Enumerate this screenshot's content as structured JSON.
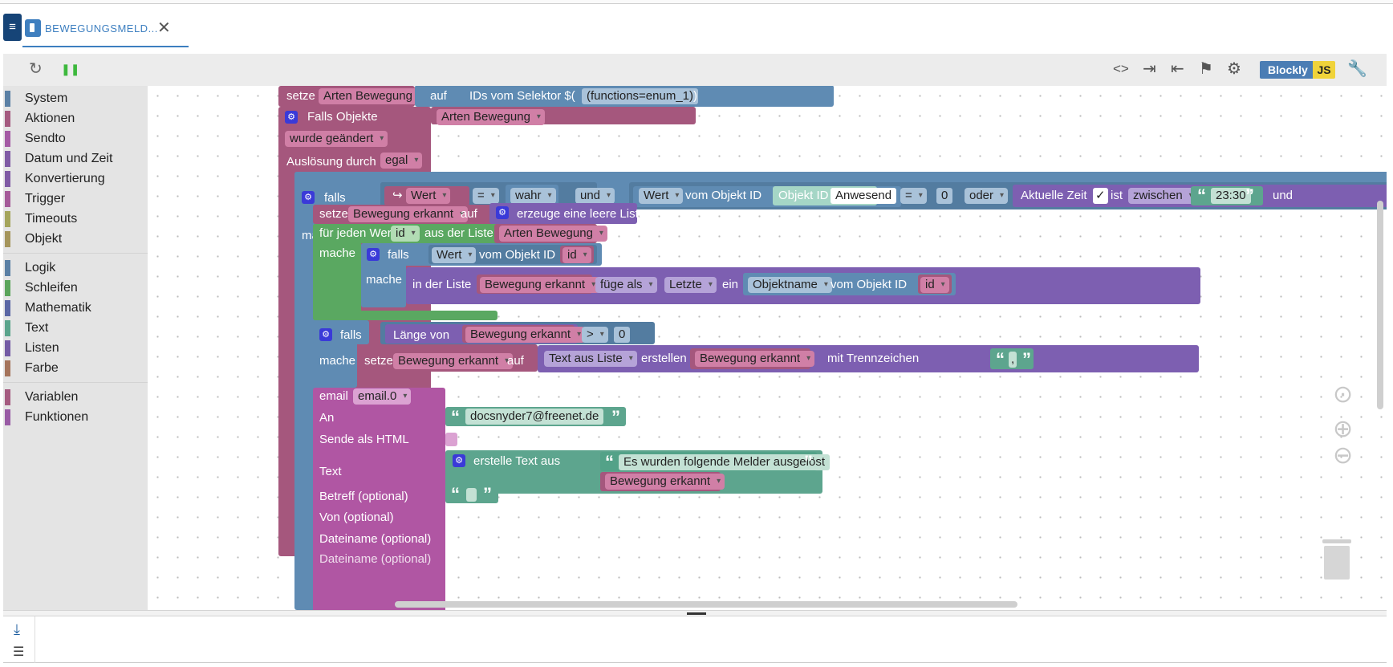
{
  "tab": {
    "title": "BEWEGUNGSMELD...",
    "close": "✕",
    "menu": "≡"
  },
  "toolbar": {
    "reload": "↻",
    "pause": "❚❚",
    "code": "<>",
    "export": "⇥",
    "import": "⇤",
    "checkered": "⚑",
    "gear": "⚙",
    "blockly": "Blockly",
    "js": "JS",
    "wrench": "🔧"
  },
  "sidebar": {
    "categories": [
      {
        "label": "System",
        "color": "#5b80a5"
      },
      {
        "label": "Aktionen",
        "color": "#a55b80"
      },
      {
        "label": "Sendto",
        "color": "#a55ba5"
      },
      {
        "label": "Datum und Zeit",
        "color": "#805ba5"
      },
      {
        "label": "Konvertierung",
        "color": "#805ba5"
      },
      {
        "label": "Trigger",
        "color": "#a55b99"
      },
      {
        "label": "Timeouts",
        "color": "#a5a55b"
      },
      {
        "label": "Objekt",
        "color": "#a5955b"
      },
      {
        "label": "Logik",
        "color": "#5b80a5"
      },
      {
        "label": "Schleifen",
        "color": "#5ba55b"
      },
      {
        "label": "Mathematik",
        "color": "#5b67a5"
      },
      {
        "label": "Text",
        "color": "#5ba58c"
      },
      {
        "label": "Listen",
        "color": "#745ba5"
      },
      {
        "label": "Farbe",
        "color": "#a5745b"
      },
      {
        "label": "Variablen",
        "color": "#a55b80"
      },
      {
        "label": "Funktionen",
        "color": "#995ba5"
      }
    ]
  },
  "blocks": {
    "setze": "setze",
    "arten_bewegung": "Arten Bewegung",
    "auf": "auf",
    "ids_selektor": "IDs vom Selektor $(",
    "functions": "(functions=enum_1)",
    "close_paren": ")",
    "falls_objekte": "Falls Objekte",
    "wurde_geaendert": "wurde geändert",
    "ausloesung": "Auslösung durch",
    "egal": "egal",
    "falls": "falls",
    "wert": "Wert",
    "eq": "=",
    "wahr": "wahr",
    "und": "und",
    "vom_objekt_id": "vom Objekt ID",
    "objekt_id": "Objekt ID",
    "anwesend": "Anwesend",
    "zero": "0",
    "oder": "oder",
    "aktuelle_zeit": "Aktuelle Zeit",
    "ist": "ist",
    "zwischen": "zwischen",
    "time": "23:30",
    "mache": "mache",
    "bewegung_erkannt": "Bewegung erkannt",
    "erzeuge_liste": "erzeuge eine leere Liste",
    "fuer_jeden": "für jeden Wert",
    "id": "id",
    "aus_der_liste": "aus der Liste",
    "in_der_liste": "in der Liste",
    "fuege_als": "füge als",
    "letzte": "Letzte",
    "ein": "ein",
    "objektname": "Objektname",
    "laenge_von": "Länge von",
    "gt": ">",
    "text_aus_liste": "Text aus Liste",
    "erstellen": "erstellen",
    "mit_trennzeichen": "mit Trennzeichen",
    "comma": ",",
    "email": "email",
    "email0": "email.0",
    "an": "An",
    "email_addr": "docsnyder7@freenet.de",
    "sende_html": "Sende als HTML",
    "text": "Text",
    "erstelle_text": "erstelle Text aus",
    "melder_text": "Es wurden folgende Melder ausgelöst",
    "betreff": "Betreff (optional)",
    "von": "Von (optional)",
    "dateiname": "Dateiname (optional)",
    "dateiname2": "Dateiname (optional)",
    "check": "✓",
    "oq": "“",
    "cq": "”"
  },
  "controls": {
    "center": "⊙",
    "zoom_in": "⊕",
    "zoom_out": "⊖"
  },
  "bottom": {
    "download": "⤓",
    "list": "☰"
  }
}
